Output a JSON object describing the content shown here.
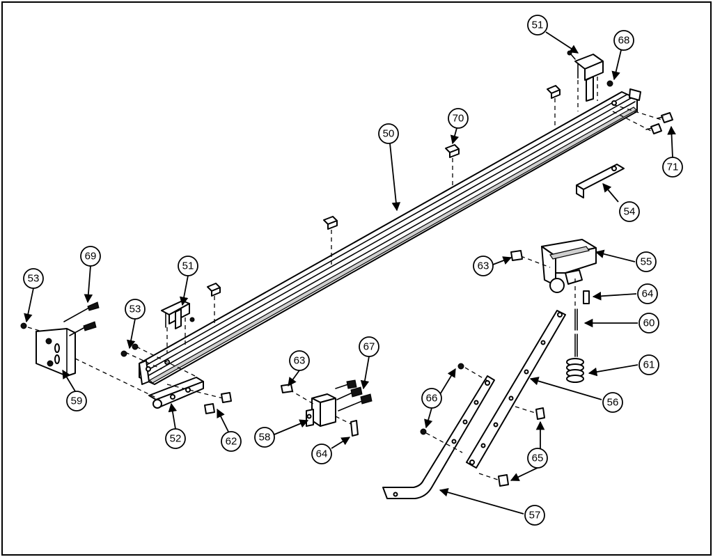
{
  "callouts": [
    {
      "id": "c50",
      "label": "50"
    },
    {
      "id": "c51a",
      "label": "51"
    },
    {
      "id": "c51b",
      "label": "51"
    },
    {
      "id": "c52",
      "label": "52"
    },
    {
      "id": "c53a",
      "label": "53"
    },
    {
      "id": "c53b",
      "label": "53"
    },
    {
      "id": "c54",
      "label": "54"
    },
    {
      "id": "c55",
      "label": "55"
    },
    {
      "id": "c56",
      "label": "56"
    },
    {
      "id": "c57",
      "label": "57"
    },
    {
      "id": "c58",
      "label": "58"
    },
    {
      "id": "c59",
      "label": "59"
    },
    {
      "id": "c60",
      "label": "60"
    },
    {
      "id": "c61",
      "label": "61"
    },
    {
      "id": "c62",
      "label": "62"
    },
    {
      "id": "c63a",
      "label": "63"
    },
    {
      "id": "c63b",
      "label": "63"
    },
    {
      "id": "c64a",
      "label": "64"
    },
    {
      "id": "c64b",
      "label": "64"
    },
    {
      "id": "c65",
      "label": "65"
    },
    {
      "id": "c66",
      "label": "66"
    },
    {
      "id": "c67",
      "label": "67"
    },
    {
      "id": "c68",
      "label": "68"
    },
    {
      "id": "c69",
      "label": "69"
    },
    {
      "id": "c70",
      "label": "70"
    },
    {
      "id": "c71",
      "label": "71"
    }
  ]
}
